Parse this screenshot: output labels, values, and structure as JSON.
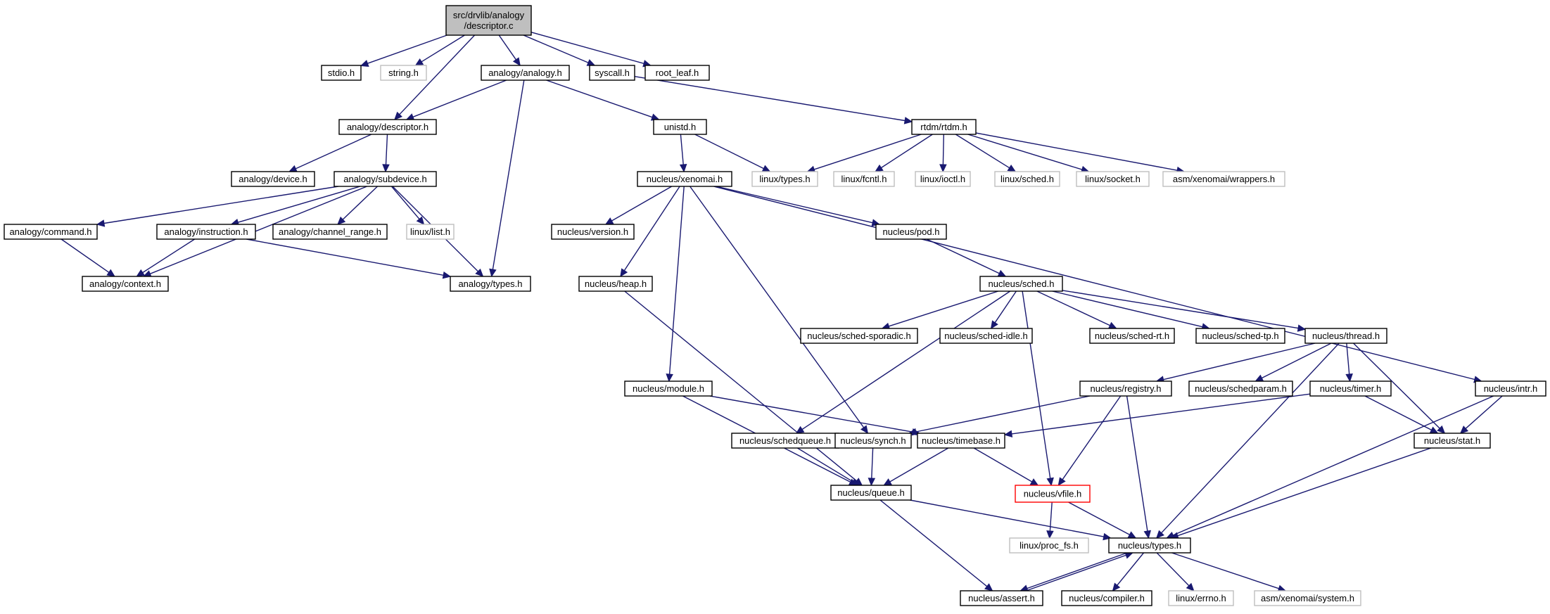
{
  "graph": {
    "title": "",
    "colors": {
      "edge": "#191970",
      "node_border": "#000000",
      "external_border": "#bfbfbf",
      "root_fill": "#bfbfbf",
      "highlight_border": "#ff0000",
      "label": "#000000"
    },
    "nodes": [
      {
        "id": "root",
        "lines": [
          "src/drvlib/analogy",
          "/descriptor.c"
        ],
        "style": "root"
      },
      {
        "id": "stdio",
        "lines": [
          "stdio.h"
        ],
        "style": "normal"
      },
      {
        "id": "string",
        "lines": [
          "string.h"
        ],
        "style": "external"
      },
      {
        "id": "analogy_h",
        "lines": [
          "analogy/analogy.h"
        ],
        "style": "normal"
      },
      {
        "id": "syscall",
        "lines": [
          "syscall.h"
        ],
        "style": "normal"
      },
      {
        "id": "root_leaf",
        "lines": [
          "root_leaf.h"
        ],
        "style": "normal"
      },
      {
        "id": "descriptor_h",
        "lines": [
          "analogy/descriptor.h"
        ],
        "style": "normal"
      },
      {
        "id": "unistd",
        "lines": [
          "unistd.h"
        ],
        "style": "normal"
      },
      {
        "id": "rtdm",
        "lines": [
          "rtdm/rtdm.h"
        ],
        "style": "normal"
      },
      {
        "id": "device",
        "lines": [
          "analogy/device.h"
        ],
        "style": "normal"
      },
      {
        "id": "subdevice",
        "lines": [
          "analogy/subdevice.h"
        ],
        "style": "normal"
      },
      {
        "id": "xenomai",
        "lines": [
          "nucleus/xenomai.h"
        ],
        "style": "normal"
      },
      {
        "id": "linux_types",
        "lines": [
          "linux/types.h"
        ],
        "style": "external"
      },
      {
        "id": "linux_fcntl",
        "lines": [
          "linux/fcntl.h"
        ],
        "style": "external"
      },
      {
        "id": "linux_ioctl",
        "lines": [
          "linux/ioctl.h"
        ],
        "style": "external"
      },
      {
        "id": "linux_sched",
        "lines": [
          "linux/sched.h"
        ],
        "style": "external"
      },
      {
        "id": "linux_socket",
        "lines": [
          "linux/socket.h"
        ],
        "style": "external"
      },
      {
        "id": "asm_wrappers",
        "lines": [
          "asm/xenomai/wrappers.h"
        ],
        "style": "external"
      },
      {
        "id": "command",
        "lines": [
          "analogy/command.h"
        ],
        "style": "normal"
      },
      {
        "id": "instruction",
        "lines": [
          "analogy/instruction.h"
        ],
        "style": "normal"
      },
      {
        "id": "channel_range",
        "lines": [
          "analogy/channel_range.h"
        ],
        "style": "normal"
      },
      {
        "id": "linux_list",
        "lines": [
          "linux/list.h"
        ],
        "style": "external"
      },
      {
        "id": "version",
        "lines": [
          "nucleus/version.h"
        ],
        "style": "normal"
      },
      {
        "id": "pod",
        "lines": [
          "nucleus/pod.h"
        ],
        "style": "normal"
      },
      {
        "id": "context",
        "lines": [
          "analogy/context.h"
        ],
        "style": "normal"
      },
      {
        "id": "analogy_types",
        "lines": [
          "analogy/types.h"
        ],
        "style": "normal"
      },
      {
        "id": "heap",
        "lines": [
          "nucleus/heap.h"
        ],
        "style": "normal"
      },
      {
        "id": "sched",
        "lines": [
          "nucleus/sched.h"
        ],
        "style": "normal"
      },
      {
        "id": "sched_sporadic",
        "lines": [
          "nucleus/sched-sporadic.h"
        ],
        "style": "normal"
      },
      {
        "id": "sched_idle",
        "lines": [
          "nucleus/sched-idle.h"
        ],
        "style": "normal"
      },
      {
        "id": "sched_rt",
        "lines": [
          "nucleus/sched-rt.h"
        ],
        "style": "normal"
      },
      {
        "id": "sched_tp",
        "lines": [
          "nucleus/sched-tp.h"
        ],
        "style": "normal"
      },
      {
        "id": "thread",
        "lines": [
          "nucleus/thread.h"
        ],
        "style": "normal"
      },
      {
        "id": "module",
        "lines": [
          "nucleus/module.h"
        ],
        "style": "normal"
      },
      {
        "id": "registry",
        "lines": [
          "nucleus/registry.h"
        ],
        "style": "normal"
      },
      {
        "id": "schedparam",
        "lines": [
          "nucleus/schedparam.h"
        ],
        "style": "normal"
      },
      {
        "id": "timer",
        "lines": [
          "nucleus/timer.h"
        ],
        "style": "normal"
      },
      {
        "id": "intr",
        "lines": [
          "nucleus/intr.h"
        ],
        "style": "normal"
      },
      {
        "id": "schedqueue",
        "lines": [
          "nucleus/schedqueue.h"
        ],
        "style": "normal"
      },
      {
        "id": "synch",
        "lines": [
          "nucleus/synch.h"
        ],
        "style": "normal"
      },
      {
        "id": "timebase",
        "lines": [
          "nucleus/timebase.h"
        ],
        "style": "normal"
      },
      {
        "id": "stat",
        "lines": [
          "nucleus/stat.h"
        ],
        "style": "normal"
      },
      {
        "id": "queue",
        "lines": [
          "nucleus/queue.h"
        ],
        "style": "normal"
      },
      {
        "id": "vfile",
        "lines": [
          "nucleus/vfile.h"
        ],
        "style": "highlight"
      },
      {
        "id": "proc_fs",
        "lines": [
          "linux/proc_fs.h"
        ],
        "style": "external"
      },
      {
        "id": "nucleus_types",
        "lines": [
          "nucleus/types.h"
        ],
        "style": "normal"
      },
      {
        "id": "assert",
        "lines": [
          "nucleus/assert.h"
        ],
        "style": "normal"
      },
      {
        "id": "compiler",
        "lines": [
          "nucleus/compiler.h"
        ],
        "style": "normal"
      },
      {
        "id": "linux_errno",
        "lines": [
          "linux/errno.h"
        ],
        "style": "external"
      },
      {
        "id": "asm_system",
        "lines": [
          "asm/xenomai/system.h"
        ],
        "style": "external"
      }
    ],
    "edges": [
      [
        "root",
        "stdio"
      ],
      [
        "root",
        "string"
      ],
      [
        "root",
        "analogy_h"
      ],
      [
        "root",
        "syscall"
      ],
      [
        "root",
        "root_leaf"
      ],
      [
        "root",
        "descriptor_h"
      ],
      [
        "analogy_h",
        "descriptor_h"
      ],
      [
        "analogy_h",
        "unistd"
      ],
      [
        "analogy_h",
        "analogy_types"
      ],
      [
        "syscall",
        "rtdm"
      ],
      [
        "descriptor_h",
        "device"
      ],
      [
        "descriptor_h",
        "subdevice"
      ],
      [
        "unistd",
        "xenomai"
      ],
      [
        "unistd",
        "linux_types"
      ],
      [
        "rtdm",
        "linux_types"
      ],
      [
        "rtdm",
        "linux_fcntl"
      ],
      [
        "rtdm",
        "linux_ioctl"
      ],
      [
        "rtdm",
        "linux_sched"
      ],
      [
        "rtdm",
        "linux_socket"
      ],
      [
        "rtdm",
        "asm_wrappers"
      ],
      [
        "subdevice",
        "command"
      ],
      [
        "subdevice",
        "instruction"
      ],
      [
        "subdevice",
        "channel_range"
      ],
      [
        "subdevice",
        "linux_list"
      ],
      [
        "subdevice",
        "context"
      ],
      [
        "subdevice",
        "analogy_types"
      ],
      [
        "command",
        "context"
      ],
      [
        "instruction",
        "context"
      ],
      [
        "instruction",
        "analogy_types"
      ],
      [
        "xenomai",
        "version"
      ],
      [
        "xenomai",
        "pod"
      ],
      [
        "xenomai",
        "heap"
      ],
      [
        "xenomai",
        "module"
      ],
      [
        "xenomai",
        "synch"
      ],
      [
        "xenomai",
        "intr"
      ],
      [
        "pod",
        "sched"
      ],
      [
        "heap",
        "queue"
      ],
      [
        "sched",
        "sched_sporadic"
      ],
      [
        "sched",
        "sched_idle"
      ],
      [
        "sched",
        "sched_rt"
      ],
      [
        "sched",
        "sched_tp"
      ],
      [
        "sched",
        "thread"
      ],
      [
        "sched",
        "schedqueue"
      ],
      [
        "sched",
        "vfile"
      ],
      [
        "thread",
        "registry"
      ],
      [
        "thread",
        "schedparam"
      ],
      [
        "thread",
        "timer"
      ],
      [
        "thread",
        "stat"
      ],
      [
        "thread",
        "nucleus_types"
      ],
      [
        "module",
        "timebase"
      ],
      [
        "module",
        "queue"
      ],
      [
        "registry",
        "synch"
      ],
      [
        "registry",
        "vfile"
      ],
      [
        "registry",
        "nucleus_types"
      ],
      [
        "timer",
        "timebase"
      ],
      [
        "timer",
        "stat"
      ],
      [
        "intr",
        "stat"
      ],
      [
        "intr",
        "nucleus_types"
      ],
      [
        "schedqueue",
        "queue"
      ],
      [
        "synch",
        "queue"
      ],
      [
        "timebase",
        "queue"
      ],
      [
        "timebase",
        "vfile"
      ],
      [
        "stat",
        "nucleus_types"
      ],
      [
        "queue",
        "nucleus_types"
      ],
      [
        "queue",
        "assert"
      ],
      [
        "vfile",
        "proc_fs"
      ],
      [
        "vfile",
        "nucleus_types"
      ],
      [
        "nucleus_types",
        "assert"
      ],
      [
        "nucleus_types",
        "compiler"
      ],
      [
        "nucleus_types",
        "linux_errno"
      ],
      [
        "nucleus_types",
        "asm_system"
      ],
      [
        "assert",
        "nucleus_types"
      ]
    ]
  }
}
